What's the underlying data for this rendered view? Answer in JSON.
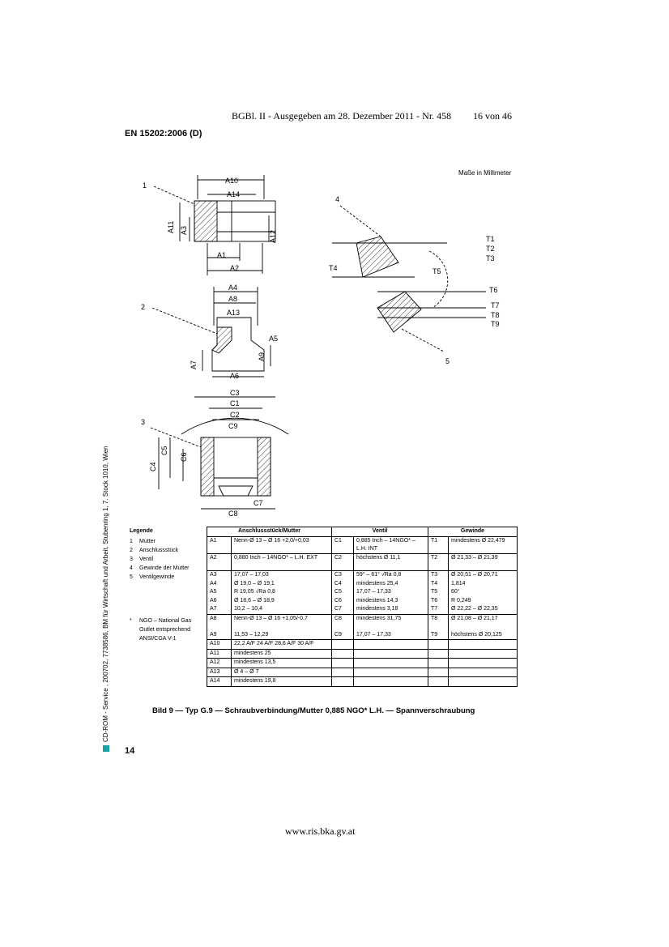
{
  "header": {
    "title": "BGBl. II - Ausgegeben am 28. Dezember 2011 - Nr. 458",
    "page_of": "16 von 46"
  },
  "document_id": "EN 15202:2006 (D)",
  "units_note": "Maße in Millimeter",
  "figure_labels": [
    "1",
    "2",
    "3",
    "4",
    "5",
    "A10",
    "A14",
    "A11",
    "A3",
    "A12",
    "A1",
    "A2",
    "A4",
    "A8",
    "A13",
    "A5",
    "A7",
    "A9",
    "A6",
    "C3",
    "C1",
    "C2",
    "C9",
    "C4",
    "C5",
    "C6",
    "C7",
    "C8",
    "T1",
    "T2",
    "T3",
    "T4",
    "T5",
    "T6",
    "T7",
    "T8",
    "T9"
  ],
  "legend": {
    "title": "Legende",
    "items": [
      {
        "num": "1",
        "text": "Mutter"
      },
      {
        "num": "2",
        "text": "Anschlussstück"
      },
      {
        "num": "3",
        "text": "Ventil"
      },
      {
        "num": "4",
        "text": "Gewinde der Mutter"
      },
      {
        "num": "5",
        "text": "Ventilgewinde"
      }
    ],
    "note": {
      "num": "*",
      "text": "NGO – National Gas Outlet entsprechend ANSI/CGA V-1"
    }
  },
  "table": {
    "headers": [
      "Anschlussstück/Mutter",
      "Ventil",
      "Gewinde"
    ],
    "rows": [
      [
        "A1",
        "Nenn-Ø 13 – Ø 16 +2,0/+0,03",
        "C1",
        "0,885 Inch – 14NGO* – L.H. INT",
        "T1",
        "mindestens Ø 22,479"
      ],
      [
        "A2",
        "0,880 Inch – 14NGO* – L.H. EXT",
        "C2",
        "höchstens Ø 11,1",
        "T2",
        "Ø 21,33 – Ø 21,39"
      ],
      [
        "A3",
        "17,07 – 17,03",
        "C3",
        "59° – 61° √Ra 0,8",
        "T3",
        "Ø 20,51 – Ø 20,71"
      ],
      [
        "A4",
        "Ø 19,0 – Ø 19,1",
        "C4",
        "mindestens 25,4",
        "T4",
        "1,814"
      ],
      [
        "A5",
        "R 19,05 √Ra 0,8",
        "C5",
        "17,07 – 17,33",
        "T5",
        "60°"
      ],
      [
        "A6",
        "Ø 18,6 – Ø 18,9",
        "C6",
        "mindestens 14,3",
        "T6",
        "R 0,249"
      ],
      [
        "A7",
        "10,2 – 10,4",
        "C7",
        "mindestens 3,18",
        "T7",
        "Ø 22,22 – Ø 22,35"
      ],
      [
        "A8",
        "Nenn-Ø 13 – Ø 16 +1,05/-0,7",
        "C8",
        "mindestens 31,75",
        "T8",
        "Ø 21,08 – Ø 21,17"
      ],
      [
        "A9",
        "11,53 – 12,29",
        "C9",
        "17,07 – 17,33",
        "T9",
        "höchstens Ø 20,125"
      ],
      [
        "A10",
        "22,2 A/F 24 A/F 28,6 A/F 30 A/F",
        "",
        "",
        "",
        ""
      ],
      [
        "A11",
        "mindestens 25",
        "",
        "",
        "",
        ""
      ],
      [
        "A12",
        "mindestens 13,5",
        "",
        "",
        "",
        ""
      ],
      [
        "A13",
        "Ø 4 – Ø 7",
        "",
        "",
        "",
        ""
      ],
      [
        "A14",
        "mindestens 19,8",
        "",
        "",
        "",
        ""
      ]
    ]
  },
  "caption": "Bild 9 — Typ G.9 — Schraubverbindung/Mutter 0,885 NGO* L.H. — Spannverschraubung",
  "page_number": "14",
  "footer": "www.ris.bka.gv.at",
  "side_text": "CD-ROM - Service , 200702, 7738586, BM für Wirtschaft und Arbeit, Stubenring 1, 7. Stock 1010, Wien",
  "colors": {
    "logo": "#1aa3a3"
  }
}
